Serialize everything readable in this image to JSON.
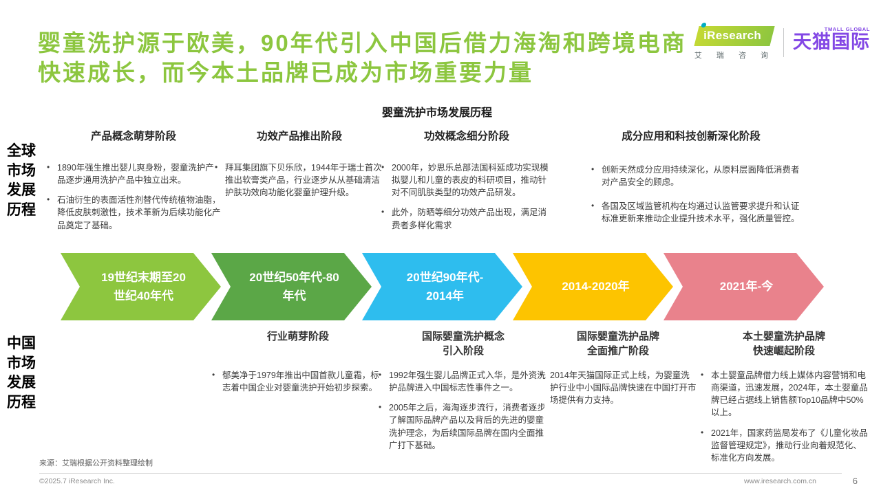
{
  "header": {
    "title": "婴童洗护源于欧美，90年代引入中国后借力海淘和跨境电商\n快速成长，而今本土品牌已成为市场重要力量",
    "iresearch": {
      "wordmark": "iResearch",
      "subtitle": "艾 瑞 咨 询"
    },
    "tmall": {
      "top": "TMALL GLOBAL",
      "name": "天猫国际"
    }
  },
  "diagram": {
    "center_title": "婴童洗护市场发展历程",
    "global_label": "全球市场发展历程",
    "china_label": "中国市场发展历程"
  },
  "global": {
    "stages": [
      {
        "title": "产品概念萌芽阶段",
        "bullets": [
          "1890年强生推出婴儿爽身粉，婴童洗护产品逐步通用洗护产品中独立出来。",
          "石油衍生的表面活性剂替代传统植物油脂，降低皮肤刺激性，技术革新为后续功能化产品奠定了基础。"
        ]
      },
      {
        "title": "功效产品推出阶段",
        "bullets": [
          "拜耳集团旗下贝乐欣，1944年于瑞士首次推出软膏类产品，行业逐步从从基础清洁护肤功效向功能化婴童护理升级。"
        ]
      },
      {
        "title": "功效概念细分阶段",
        "bullets": [
          "2000年，妙思乐总部法国科延成功实现模拟婴儿和儿童的表皮的科研项目，推动针对不同肌肤类型的功效产品研发。",
          "此外，防晒等细分功效产品出现，满足消费者多样化需求"
        ]
      },
      {
        "title": "成分应用和科技创新深化阶段",
        "bullets": [
          "创新天然成分应用持续深化，从原料层面降低消费者对产品安全的顾虑。",
          "各国及区域监管机构在均通过认监管要求提升和认证标准更新来推动企业提升技术水平，强化质量管控。"
        ]
      }
    ]
  },
  "timeline": {
    "arrows": [
      {
        "label": "19世纪末期至20\n世纪40年代",
        "color": "#8DC63F"
      },
      {
        "label": "20世纪50年代-80\n年代",
        "color": "#5BA747"
      },
      {
        "label": "20世纪90年代-\n2014年",
        "color": "#2EBDEE"
      },
      {
        "label": "2014-2020年",
        "color": "#FDC400"
      },
      {
        "label": "2021年-今",
        "color": "#E9828C"
      }
    ]
  },
  "china": {
    "stages": [
      {
        "title": "行业萌芽阶段",
        "bullets": [
          "郁美净于1979年推出中国首款儿童霜，标志着中国企业对婴童洗护开始初步探索。"
        ]
      },
      {
        "title": "国际婴童洗护概念\n引入阶段",
        "bullets": [
          "1992年强生婴儿品牌正式入华，是外资洗护品牌进入中国标志性事件之一。",
          "2005年之后，海淘逐步流行，消费者逐步了解国际品牌产品以及背后的先进的婴童洗护理念，为后续国际品牌在国内全面推广打下基础。"
        ]
      },
      {
        "title": "国际婴童洗护品牌\n全面推广阶段",
        "bullets": [
          "2014年天猫国际正式上线，为婴童洗护行业中小国际品牌快速在中国打开市场提供有力支持。"
        ]
      },
      {
        "title": "本土婴童洗护品牌\n快速崛起阶段",
        "bullets": [
          "本土婴童品牌借力线上媒体内容营销和电商渠道，迅速发展，2024年，本土婴童品牌已经占据线上销售额Top10品牌中50%以上。",
          "2021年，国家药监局发布了《儿童化妆品监督管理规定》，推动行业向着规范化、标准化方向发展。"
        ]
      }
    ]
  },
  "footer": {
    "source": "来源：艾瑞根据公开资料整理绘制",
    "copyright": "©2025.7 iResearch Inc.",
    "website": "www.iresearch.com.cn",
    "page": "6"
  },
  "colors": {
    "title_green": "#8CC63F",
    "tmall_purple": "#8347E5",
    "arrow_green_light": "#8DC63F",
    "arrow_green": "#5BA747",
    "arrow_cyan": "#2EBDEE",
    "arrow_yellow": "#FDC400",
    "arrow_rose": "#E9828C"
  }
}
